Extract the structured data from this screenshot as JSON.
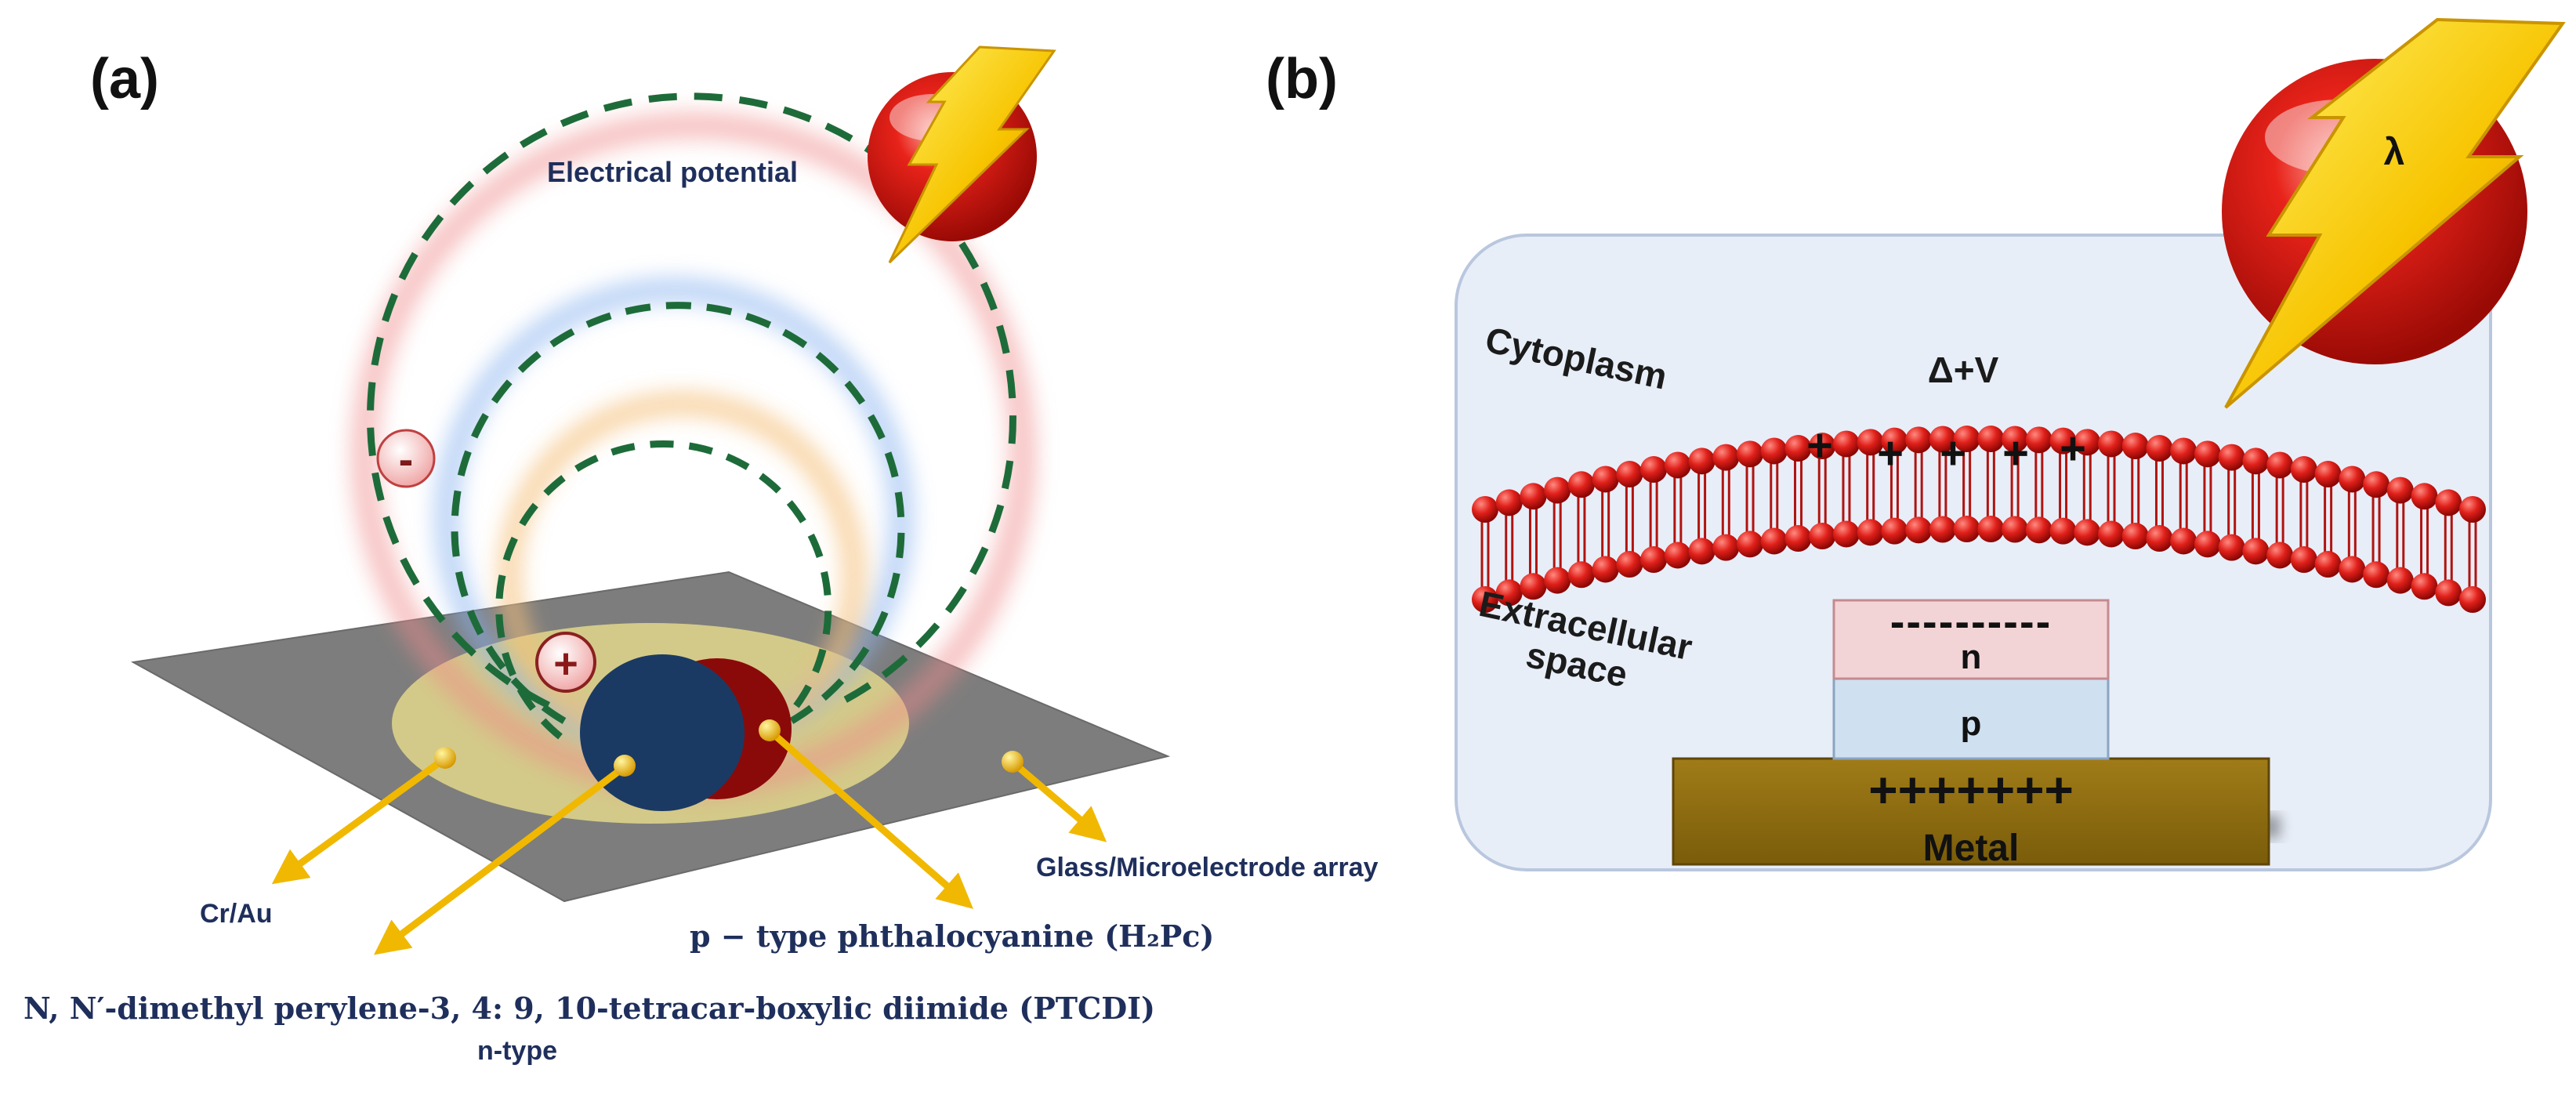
{
  "panel_a": {
    "label": "(a)",
    "electrical_potential": "Electrical potential",
    "minus": "-",
    "plus": "+",
    "cr_au": "Cr/Au",
    "glass": "Glass/Microelectrode array",
    "p_type": "p − type phthalocyanine (H₂Pc)",
    "n_type_name": "N, N′-dimethyl  perylene-3, 4: 9, 10-tetracar-boxylic  diimide (PTCDI)",
    "n_type": "n-type"
  },
  "panel_b": {
    "label": "(b)",
    "lambda": "λ",
    "cytoplasm": "Cytoplasm",
    "delta_v": "Δ+V",
    "membrane_plus": [
      "+",
      "+",
      "+",
      "+",
      "+"
    ],
    "extracellular_line1": "Extracellular",
    "extracellular_line2": "space",
    "n_dashes": "----------",
    "n_label": "n",
    "p_label": "p",
    "metal_plus": "+++++++",
    "metal_label": "Metal"
  },
  "colors": {
    "text_navy": "#1f2f5c",
    "dash_green": "#1e6b3a",
    "glow_red": "#f08a8a",
    "glow_blue": "#8ab4f0",
    "glow_orange": "#f5c07a",
    "lipid_red": "#d41b1b",
    "metal": "#8b6a10",
    "arrow_gold": "#f0b800"
  }
}
